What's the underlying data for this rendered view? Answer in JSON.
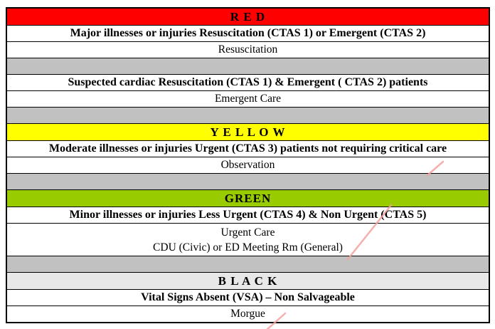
{
  "document_type": "triage-category-table",
  "colors": {
    "red_header": "#FF0000",
    "yellow_header": "#FFFF00",
    "green_header": "#99CC00",
    "black_header_bg": "#E8E8E8",
    "spacer_gray": "#C1C1C1",
    "table_border": "#000000",
    "text": "#000000",
    "pen_mark_pink": "#F2A39E"
  },
  "sections": [
    {
      "name": "red",
      "header_label": "R E D",
      "header_bg": "#FF0000",
      "groups": [
        {
          "criteria": "Major illnesses or injuries Resuscitation (CTAS 1) or Emergent (CTAS 2)",
          "locations": [
            "Resuscitation"
          ]
        },
        {
          "criteria": "Suspected cardiac Resuscitation (CTAS 1) & Emergent ( CTAS 2) patients",
          "locations": [
            "Emergent Care"
          ]
        }
      ]
    },
    {
      "name": "yellow",
      "header_label": "Y E L L O W",
      "header_bg": "#FFFF00",
      "groups": [
        {
          "criteria": "Moderate illnesses or injuries Urgent (CTAS 3) patients not requiring critical care",
          "locations": [
            "Observation"
          ]
        }
      ]
    },
    {
      "name": "green",
      "header_label": "GREEN",
      "header_bg": "#99CC00",
      "groups": [
        {
          "criteria": "Minor illnesses or injuries Less Urgent (CTAS 4) & Non Urgent (CTAS 5)",
          "locations": [
            "Urgent Care",
            "CDU (Civic) or ED Meeting Rm (General)"
          ]
        }
      ]
    },
    {
      "name": "black",
      "header_label": "B L A C K",
      "header_bg": "#E8E8E8",
      "groups": [
        {
          "criteria": "Vital Signs Absent (VSA) – Non Salvageable",
          "locations": [
            "Morgue"
          ]
        }
      ]
    }
  ],
  "annotations": {
    "pen_mark_color": "#F2A39E",
    "pen_mark_count": 3
  }
}
